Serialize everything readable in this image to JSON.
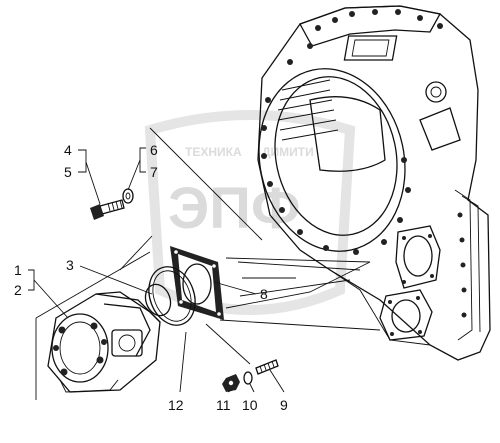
{
  "watermark": {
    "brand_text": "ТЕХНИКА",
    "brand_text_2": "ДИМИТИ",
    "logo_letters": "ЭПФ"
  },
  "callouts": {
    "c1": "1",
    "c2": "2",
    "c3": "3",
    "c4": "4",
    "c5": "5",
    "c6": "6",
    "c7": "7",
    "c8": "8",
    "c9": "9",
    "c10": "10",
    "c11": "11",
    "c12": "12"
  },
  "icons": {
    "housing": "transmission-housing-icon",
    "pump": "hydraulic-pump-icon",
    "gasket": "gasket-icon",
    "o_ring": "o-ring-icon",
    "bolt": "bolt-icon",
    "washer": "washer-icon",
    "stud": "stud-icon",
    "nut": "nut-icon"
  }
}
